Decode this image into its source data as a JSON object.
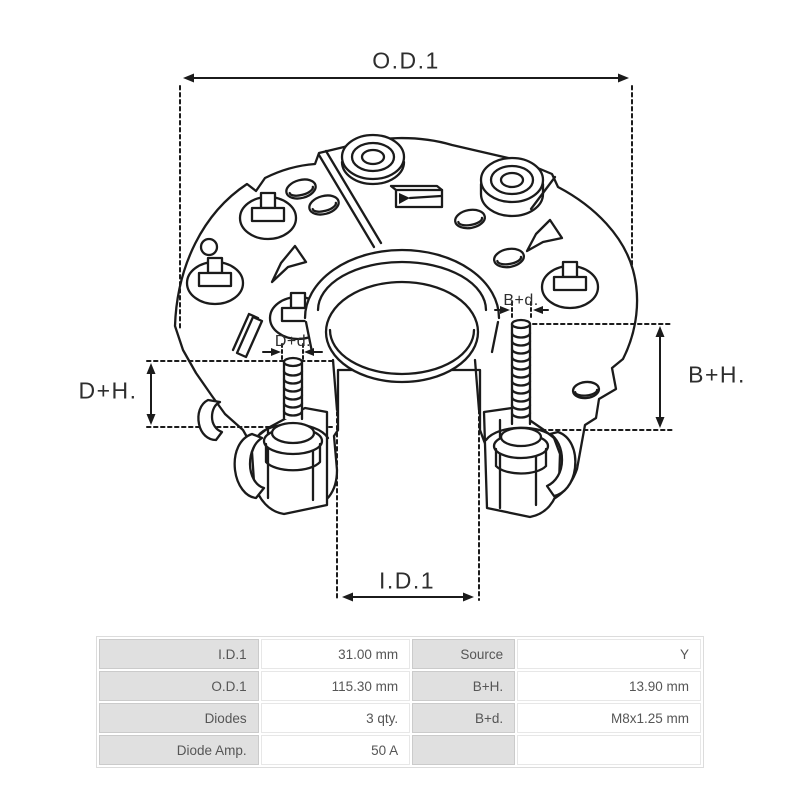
{
  "drawing": {
    "annotations": {
      "od1": "O.D.1",
      "id1": "I.D.1",
      "dh": "D+H.",
      "dd": "D+d.",
      "bh": "B+H.",
      "bd": "B+d."
    }
  },
  "table": {
    "rows": [
      {
        "label": "I.D.1",
        "value": "31.00 mm",
        "label2": "Source",
        "value2": "Y"
      },
      {
        "label": "O.D.1",
        "value": "115.30 mm",
        "label2": "B+H.",
        "value2": "13.90 mm"
      },
      {
        "label": "Diodes",
        "value": "3 qty.",
        "label2": "B+d.",
        "value2": "M8x1.25 mm"
      },
      {
        "label": "Diode Amp.",
        "value": "50 A",
        "label2": "",
        "value2": ""
      }
    ]
  },
  "colors": {
    "line": "#1b1b1b",
    "table_label_bg": "#e0e0e0",
    "table_label_border": "#cbcbcb",
    "table_value_border": "#e7e7e7",
    "table_text": "#565656",
    "background": "#ffffff"
  }
}
